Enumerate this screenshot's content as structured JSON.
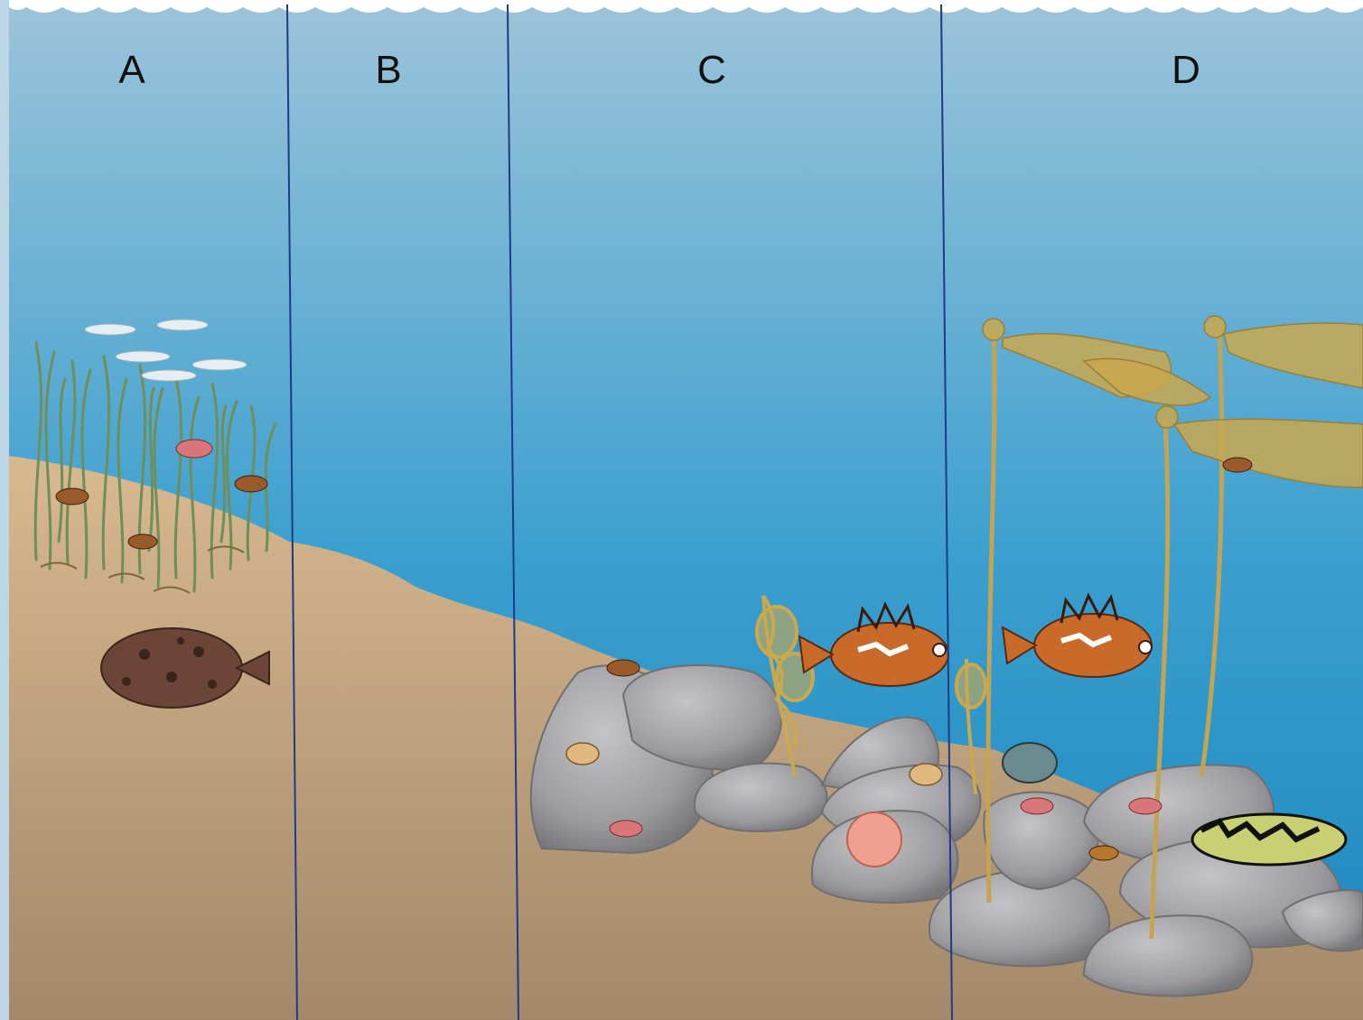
{
  "zones": [
    {
      "id": "A",
      "label": "A"
    },
    {
      "id": "B",
      "label": "B"
    },
    {
      "id": "C",
      "label": "C"
    },
    {
      "id": "D",
      "label": "D"
    }
  ],
  "colors": {
    "water_top": "#93bfd6",
    "water_bottom": "#1f8fc4",
    "sand_top": "#d6b48b",
    "sand_bottom": "#a88a66",
    "rock": "#a3a3a5",
    "rock_shadow": "#6f6f72",
    "kelp": "#c9a84e",
    "eelgrass": "#6e8f5a",
    "divider": "#1f3a8a",
    "rockfish": "#c86a2a",
    "flounder": "#6b4638"
  },
  "icons": [
    "eelgrass",
    "silver-fish-school",
    "flounder",
    "rockfish",
    "kelp",
    "rocks",
    "snail",
    "sea-urchin",
    "crab",
    "cabezon"
  ]
}
